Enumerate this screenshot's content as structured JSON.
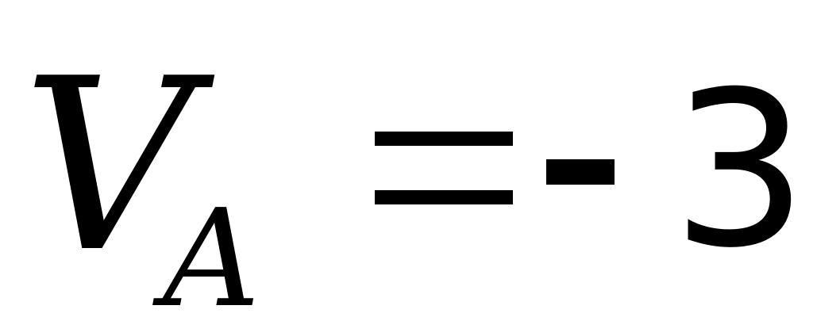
{
  "equation": {
    "variable": "V",
    "subscript": "A",
    "operator": "=",
    "sign": "-",
    "value": "3"
  }
}
